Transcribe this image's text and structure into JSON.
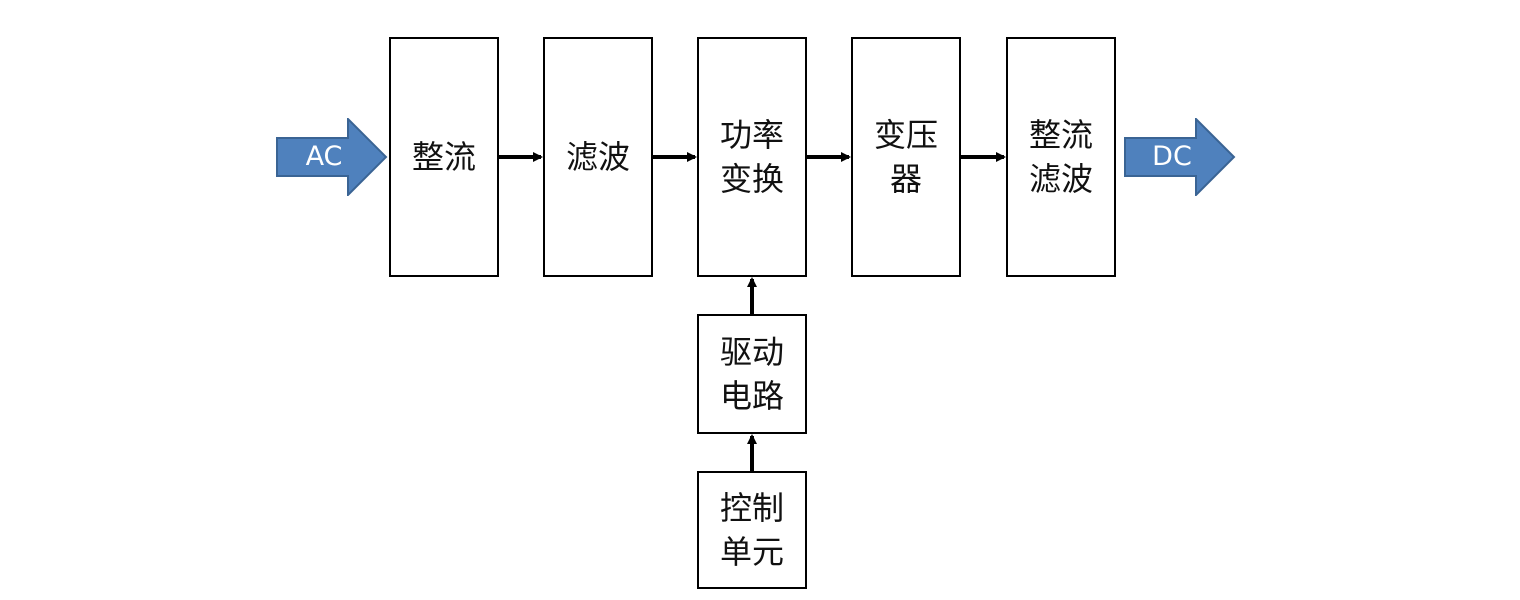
{
  "blocks": {
    "rectify": "整流",
    "filter": "滤波",
    "power_conversion": "功率变换",
    "transformer": "变压器",
    "rectify_filter": "整流滤波",
    "drive_circuit": "驱动电路",
    "control_unit": "控制单元"
  },
  "io": {
    "input_label": "AC",
    "output_label": "DC"
  },
  "colors": {
    "io_arrow_fill": "#4F81BD",
    "io_arrow_stroke": "#3A6494",
    "block_border": "#000000",
    "connector": "#000000"
  }
}
